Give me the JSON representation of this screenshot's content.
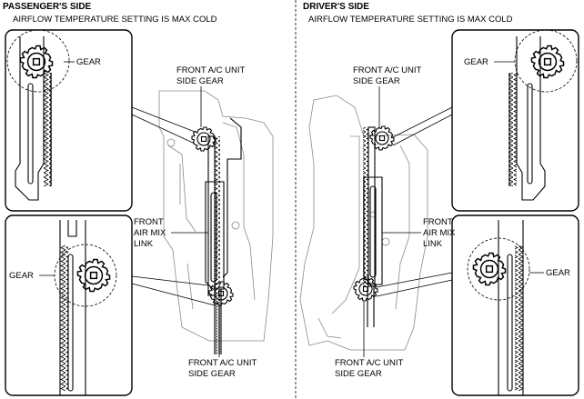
{
  "passenger": {
    "heading": "PASSENGER'S SIDE",
    "subheading": "AIRFLOW TEMPERATURE SETTING IS MAX COLD",
    "label_gear_top": "GEAR",
    "label_gear_bottom": "GEAR",
    "label_top_gear": [
      "FRONT A/C UNIT",
      "SIDE GEAR"
    ],
    "label_link": [
      "FRONT",
      "AIR MIX",
      "LINK"
    ],
    "label_bottom_gear": [
      "FRONT A/C UNIT",
      "SIDE GEAR"
    ]
  },
  "driver": {
    "heading": "DRIVER'S SIDE",
    "subheading": "AIRFLOW TEMPERATURE SETTING IS MAX COLD",
    "label_gear_top": "GEAR",
    "label_gear_bottom": "GEAR",
    "label_top_gear": [
      "FRONT A/C UNIT",
      "SIDE GEAR"
    ],
    "label_link": [
      "FRONT",
      "AIR MIX",
      "LINK"
    ],
    "label_bottom_gear": [
      "FRONT A/C UNIT",
      "SIDE GEAR"
    ]
  }
}
